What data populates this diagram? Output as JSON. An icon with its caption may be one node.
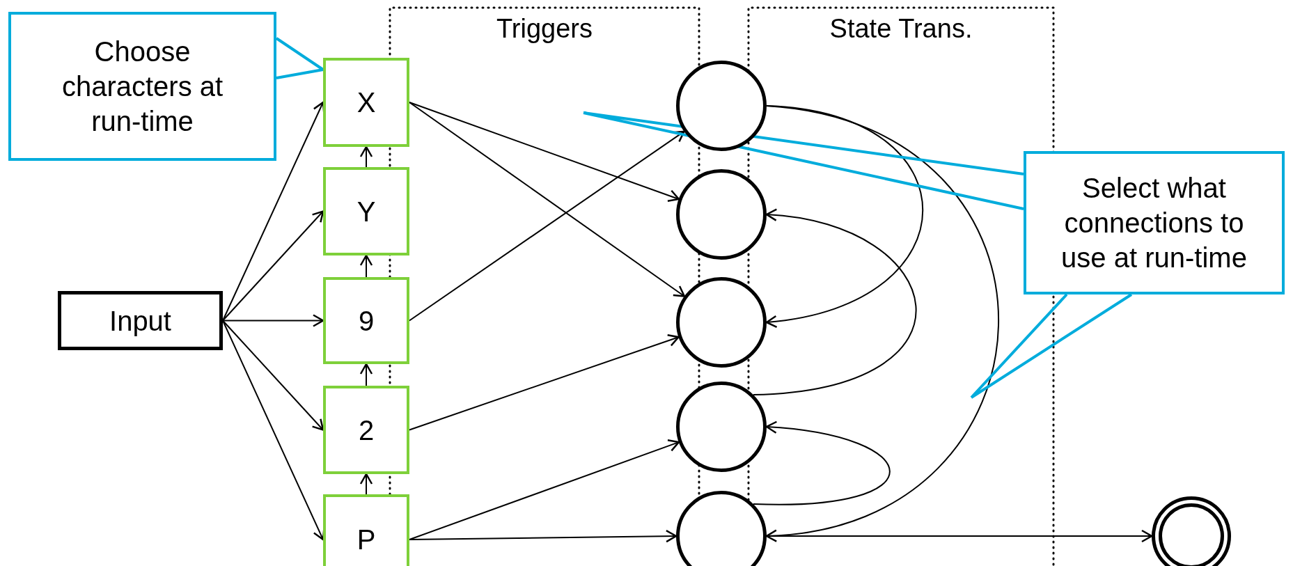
{
  "diagram": {
    "nodes": [
      {
        "text": [
          "Choose characters at run-time"
        ]
      },
      {
        "text": [
          "Select what connections to use at run-time"
        ]
      },
      {
        "text": [
          "Input"
        ]
      },
      {
        "text": [
          "X"
        ]
      },
      {
        "text": [
          "Y"
        ]
      },
      {
        "text": [
          "9"
        ]
      },
      {
        "text": [
          "2"
        ]
      },
      {
        "text": [
          "P"
        ]
      },
      {
        "text": [],
        "shape": "circle"
      },
      {
        "text": [],
        "shape": "circle"
      },
      {
        "text": [],
        "shape": "circle"
      },
      {
        "text": [],
        "shape": "circle"
      },
      {
        "text": [],
        "shape": "circle"
      },
      {
        "text": [],
        "shape": "circle"
      }
    ],
    "edges": [
      {
        "from": 2,
        "to": 3,
        "arrow": "to"
      },
      {
        "from": 2,
        "to": 4,
        "arrow": "to"
      },
      {
        "from": 2,
        "to": 5,
        "arrow": "to"
      },
      {
        "from": 2,
        "to": 6,
        "arrow": "to"
      },
      {
        "from": 2,
        "to": 7,
        "arrow": "to"
      },
      {
        "from": 4,
        "to": 3,
        "arrow": "to"
      },
      {
        "from": 5,
        "to": 4,
        "arrow": "to"
      },
      {
        "from": 6,
        "to": 5,
        "arrow": "to"
      },
      {
        "from": 7,
        "to": 6,
        "arrow": "to"
      },
      {
        "from": 3,
        "to": 9,
        "arrow": "to"
      },
      {
        "from": 3,
        "to": 10,
        "arrow": "to"
      },
      {
        "from": 5,
        "to": 8,
        "arrow": "to"
      },
      {
        "from": 6,
        "to": 10,
        "arrow": "to"
      },
      {
        "from": 7,
        "to": 11,
        "arrow": "to"
      },
      {
        "from": 7,
        "to": 12,
        "arrow": "to"
      },
      {
        "from": 8,
        "to": 10,
        "arrow": "to"
      },
      {
        "from": 8,
        "to": 12,
        "arrow": "to"
      },
      {
        "from": 11,
        "to": 9,
        "arrow": "to"
      },
      {
        "from": 12,
        "to": 11,
        "arrow": "to"
      },
      {
        "from": 12,
        "to": 13,
        "arrow": "to"
      },
      {
        "from": 0,
        "to": 3,
        "arrow": "none",
        "color": "#00acdc"
      },
      {
        "from": 1,
        "to": null,
        "arrow": "none",
        "color": "#00acdc"
      },
      {
        "from": 1,
        "to": null,
        "arrow": "none",
        "color": "#00acdc"
      }
    ],
    "labels": [
      "Triggers",
      "State Trans."
    ]
  }
}
